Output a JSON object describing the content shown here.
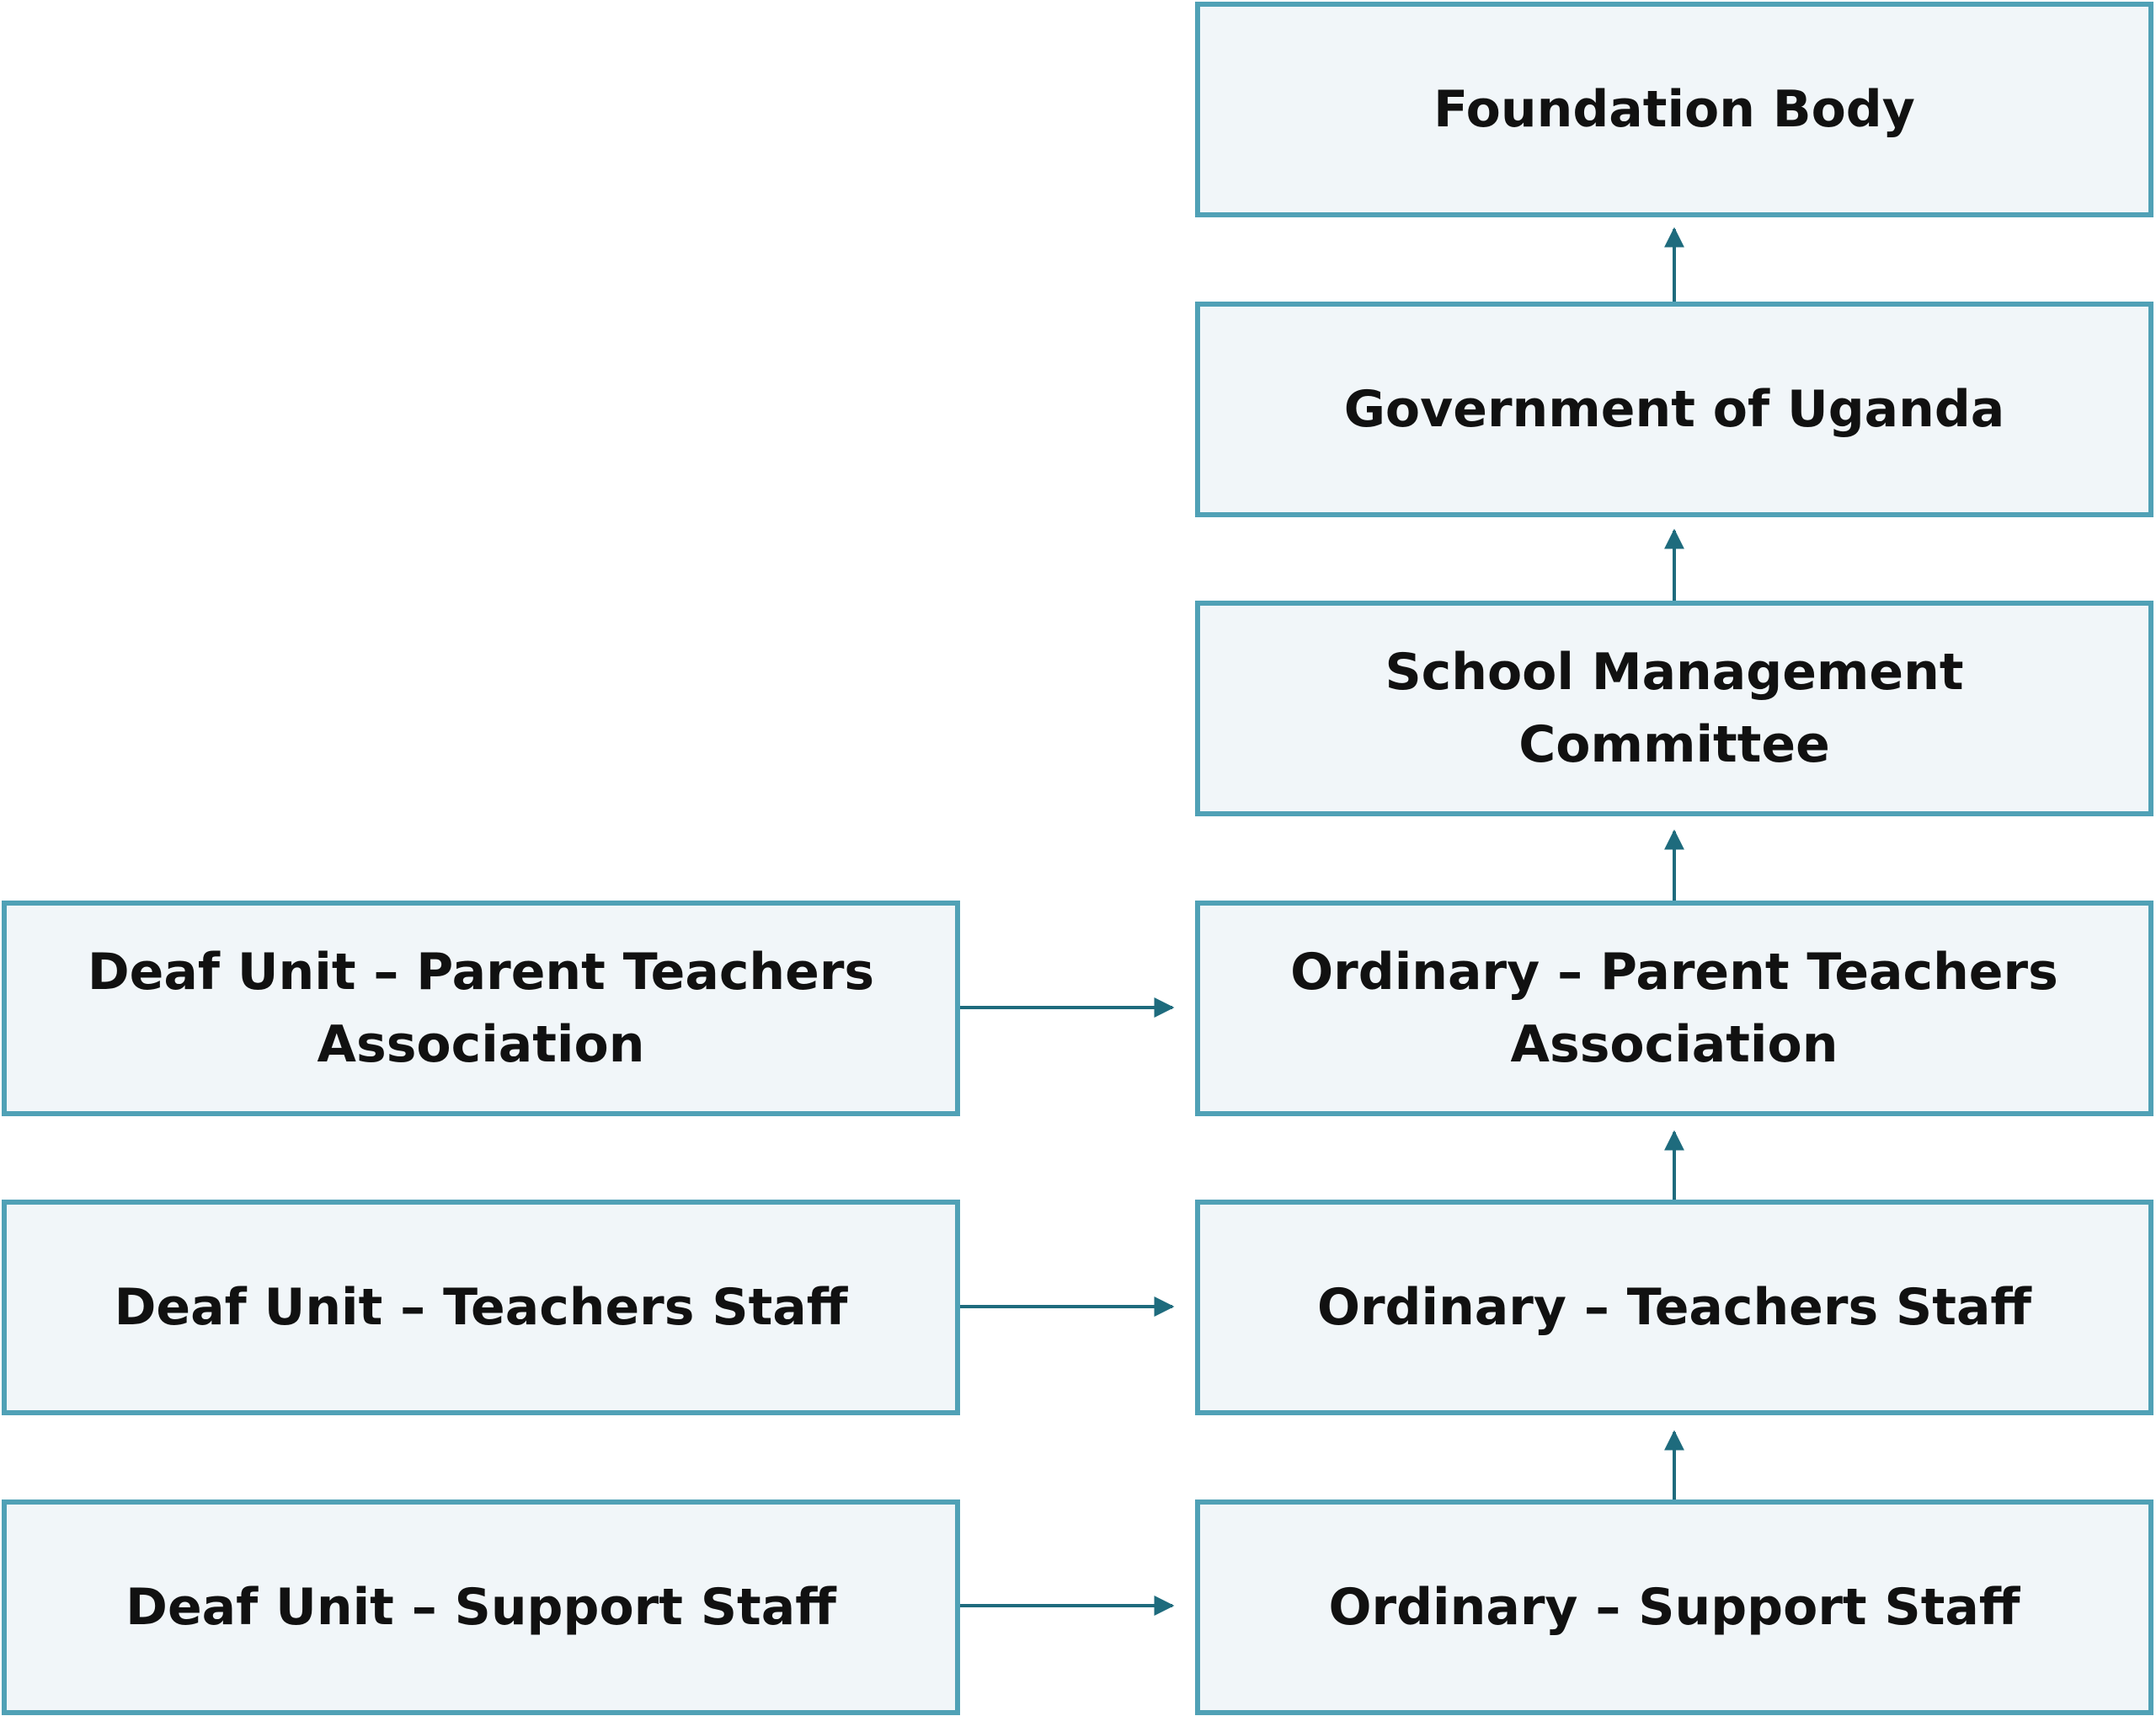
{
  "colors": {
    "border": "#50a1b6",
    "fill": "#f1f6f9",
    "arrow": "#1e6b7d"
  },
  "ordinary": [
    "Foundation Body",
    "Government of Uganda",
    "School Management Committee",
    "Ordinary – Parent Teachers Association",
    "Ordinary – Teachers Staff",
    "Ordinary – Support Staff"
  ],
  "deaf_unit": [
    "Deaf Unit – Parent Teachers Association",
    "Deaf Unit – Teachers Staff",
    "Deaf Unit – Support Staff"
  ]
}
